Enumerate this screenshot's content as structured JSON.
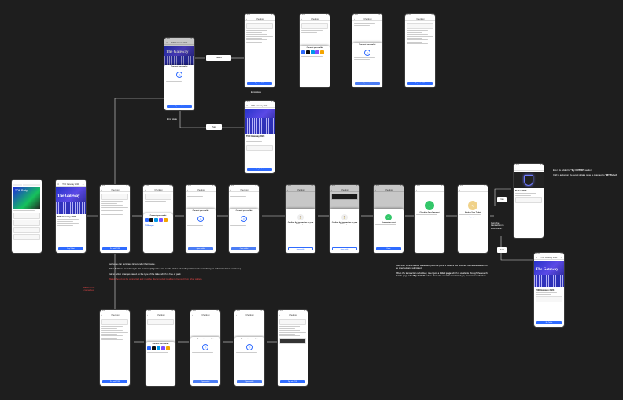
{
  "notes": {
    "purchase_1": "Everyone can purchase ticket under their name.",
    "purchase_2": "Other fields are mandatory in this version. (Organizer can set the status of each question to be mandatory or optional in future versions.)",
    "purchase_3": "Call to action changes based on the type of the ticket which is free or paid.",
    "purchase_warning": "Wallet should not be connected and must be disconnected to allow to be paid from other wallets.",
    "wallet_side": "wallet is not connected",
    "tx_1": "After user connects their wallet and paid the price, it takes a few seconds for the transaction to be checked and submitted.",
    "tx_2a": "When the transaction submitted, User gets a ",
    "tx_2b": "ticket page",
    "tx_2c": " which is available through the event's details page with ",
    "tx_2d": "\"My Ticket\"",
    "tx_2e": " button. Once the event is not started yet, user cannot check in.",
    "event_1a": "Event is added to ",
    "event_1b": "\"My ONTON\"",
    "event_1c": " section.",
    "event_2a": "Call to action on the event details page is changed to ",
    "event_2b": "\"MY Ticket\""
  },
  "branches": {
    "failure": "Failure",
    "paid": "Paid",
    "error_state": "Error state",
    "free": "Free",
    "paid2": "Paid",
    "nft": "Own the transaction is successful?"
  },
  "screens": {
    "home_title": "TON Party",
    "event_title": "TON Gateway 2024",
    "event_cover": "The Gateway",
    "nft_title": "Ticket #0XX",
    "checkout": "Checkout",
    "connect_wallet": "Connect your wallet",
    "confirm_tx": "Confirm the transaction in your TONkeeper",
    "tx_sent": "Transaction sent",
    "checking": "Checking Your Payment",
    "minting": "Minting Your Ticket",
    "cta_buy": "Buy Ticket",
    "cta_pay": "Pay with TON",
    "cta_open": "Open wallet",
    "cta_done": "Done",
    "cta_my_ticket": "My Ticket",
    "cta_retry": "Try again",
    "tonkeeper": "TONkeeper"
  },
  "colors": {
    "accent": "#2f6bff",
    "success": "#33c76a",
    "background": "#1e1e1e",
    "warning": "#e34646"
  }
}
